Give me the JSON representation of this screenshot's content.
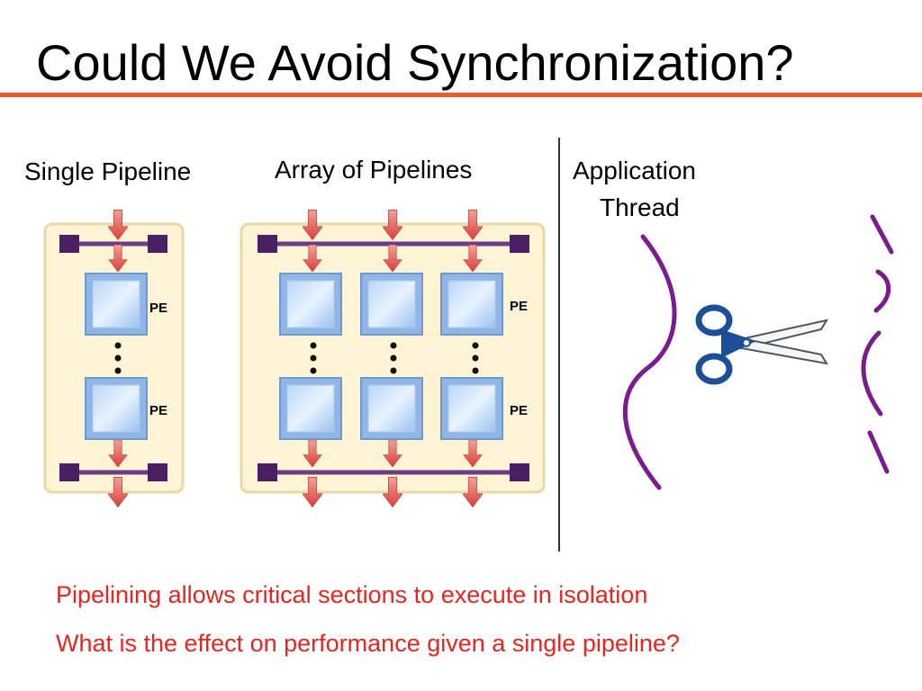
{
  "slide": {
    "title": "Could We Avoid Synchronization?",
    "labels": {
      "single_pipeline": "Single Pipeline",
      "array_of_pipelines": "Array of Pipelines",
      "application_line1": "Application",
      "application_line2": "Thread"
    },
    "pe_label": "PE",
    "notes": [
      "Pipelining allows critical sections to execute in isolation",
      "What is the effect on performance given a single pipeline?"
    ]
  },
  "colors": {
    "title_rule": "#f05a28",
    "note_text": "#e8251f",
    "board_fill": "#fff4d6",
    "board_border": "#e8d8a4",
    "arrow_fill": "#e0504a",
    "bus": "#6b3d86",
    "bus_end": "#4b2063",
    "pe_fill": "#cfe5ff",
    "thread_line": "#7a1c8e",
    "scissors": "#1d4f96"
  },
  "icons": {
    "scissors": "scissors-icon"
  }
}
